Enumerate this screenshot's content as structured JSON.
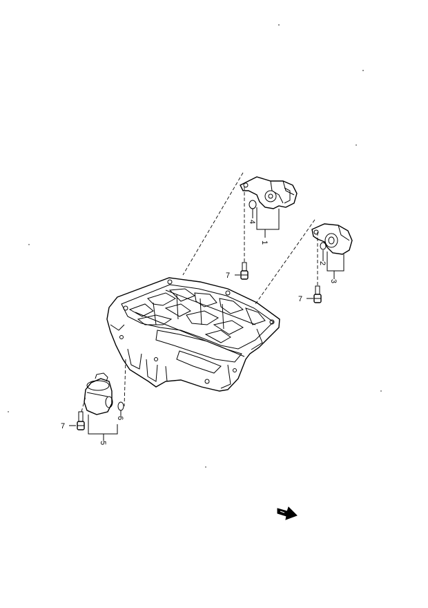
{
  "callouts": {
    "c1": "1",
    "c2": "2",
    "c3": "3",
    "c4": "4",
    "c5": "5",
    "c6": "6",
    "c7a": "7",
    "c7b": "7",
    "c7c": "7"
  },
  "colors": {
    "ink": "#000000",
    "paper": "#ffffff"
  },
  "icons": {
    "direction_marker": "front-arrow-icon"
  }
}
